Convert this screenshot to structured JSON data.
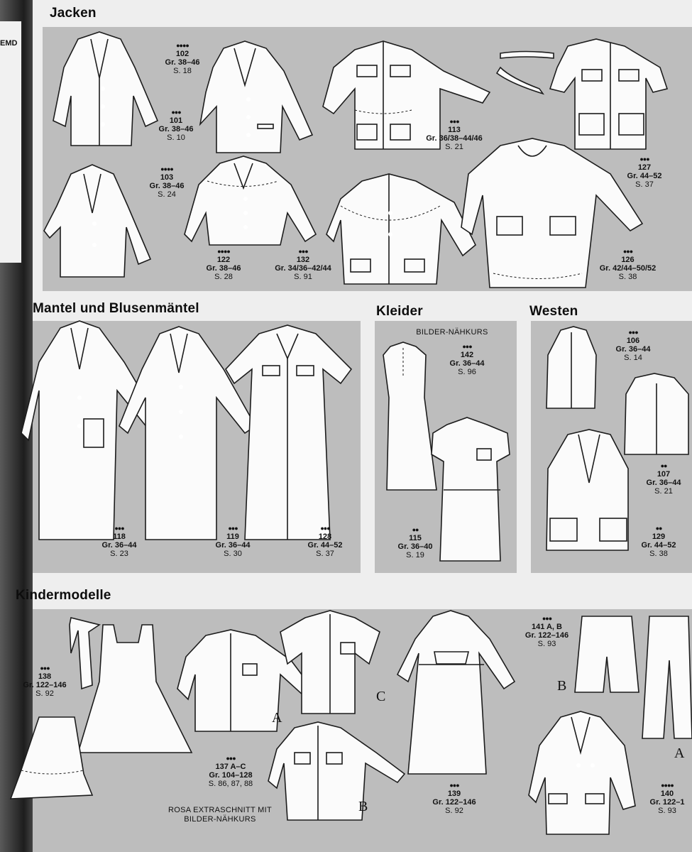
{
  "margin_text": "EMD",
  "sections": {
    "jacken": "Jacken",
    "mantel": "Mantel und Blusenmäntel",
    "kleider": "Kleider",
    "westen": "Westen",
    "kinder": "Kindermodelle"
  },
  "notes": {
    "bilder_naehkurs": "BILDER-NÄHKURS",
    "rosa": "ROSA EXTRASCHNITT MIT",
    "rosa2": "BILDER-NÄHKURS"
  },
  "variants": {
    "a1": "A",
    "b1": "B",
    "c1": "C",
    "b2": "B",
    "a2": "A"
  },
  "models": [
    {
      "dots": "●●●●",
      "num": "102",
      "size": "Gr. 38–46",
      "page": "S. 18"
    },
    {
      "dots": "●●●",
      "num": "101",
      "size": "Gr. 38–46",
      "page": "S. 10"
    },
    {
      "dots": "●●●",
      "num": "113",
      "size": "Gr. 36/38–44/46",
      "page": "S. 21"
    },
    {
      "dots": "●●●",
      "num": "127",
      "size": "Gr. 44–52",
      "page": "S. 37"
    },
    {
      "dots": "●●●●",
      "num": "103",
      "size": "Gr. 38–46",
      "page": "S. 24"
    },
    {
      "dots": "●●●●",
      "num": "122",
      "size": "Gr. 38–46",
      "page": "S. 28"
    },
    {
      "dots": "●●●",
      "num": "132",
      "size": "Gr. 34/36–42/44",
      "page": "S. 91"
    },
    {
      "dots": "●●●",
      "num": "126",
      "size": "Gr. 42/44–50/52",
      "page": "S. 38"
    },
    {
      "dots": "●●●",
      "num": "118",
      "size": "Gr. 36–44",
      "page": "S. 23"
    },
    {
      "dots": "●●●",
      "num": "119",
      "size": "Gr. 36–44",
      "page": "S. 30"
    },
    {
      "dots": "●●●",
      "num": "128",
      "size": "Gr. 44–52",
      "page": "S. 37"
    },
    {
      "dots": "●●●",
      "num": "142",
      "size": "Gr. 36–44",
      "page": "S. 96"
    },
    {
      "dots": "●●",
      "num": "115",
      "size": "Gr. 36–40",
      "page": "S. 19"
    },
    {
      "dots": "●●●",
      "num": "106",
      "size": "Gr. 36–44",
      "page": "S. 14"
    },
    {
      "dots": "●●",
      "num": "107",
      "size": "Gr. 36–44",
      "page": "S. 21"
    },
    {
      "dots": "●●",
      "num": "129",
      "size": "Gr. 44–52",
      "page": "S. 38"
    },
    {
      "dots": "●●●",
      "num": "138",
      "size": "Gr. 122–146",
      "page": "S. 92"
    },
    {
      "dots": "●●●",
      "num": "137 A–C",
      "size": "Gr. 104–128",
      "page": "S. 86, 87, 88"
    },
    {
      "dots": "●●●",
      "num": "139",
      "size": "Gr. 122–146",
      "page": "S. 92"
    },
    {
      "dots": "●●●",
      "num": "141 A, B",
      "size": "Gr. 122–146",
      "page": "S. 93"
    },
    {
      "dots": "●●●●",
      "num": "140",
      "size": "Gr. 122–1",
      "page": "S. 93"
    }
  ]
}
